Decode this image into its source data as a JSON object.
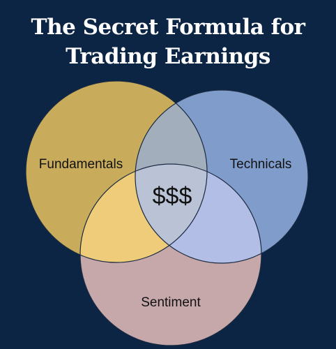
{
  "title": {
    "line1": "The Secret Formula for",
    "line2": "Trading Earnings"
  },
  "circles": {
    "fundamentals": {
      "label": "Fundamentals",
      "color": "#c9ac5b"
    },
    "technicals": {
      "label": "Technicals",
      "color": "#7f9ccb"
    },
    "sentiment": {
      "label": "Sentiment",
      "color": "#c6a8ab"
    }
  },
  "overlaps": {
    "fundamentals_sentiment": "#efcc7a",
    "technicals_sentiment": "#b2bee6",
    "fundamentals_technicals": "#a2aebc",
    "center": {
      "label": "$$$",
      "color": "#bac3d5"
    }
  },
  "colors": {
    "background": "#0c2545",
    "title_text": "#ffffff"
  }
}
